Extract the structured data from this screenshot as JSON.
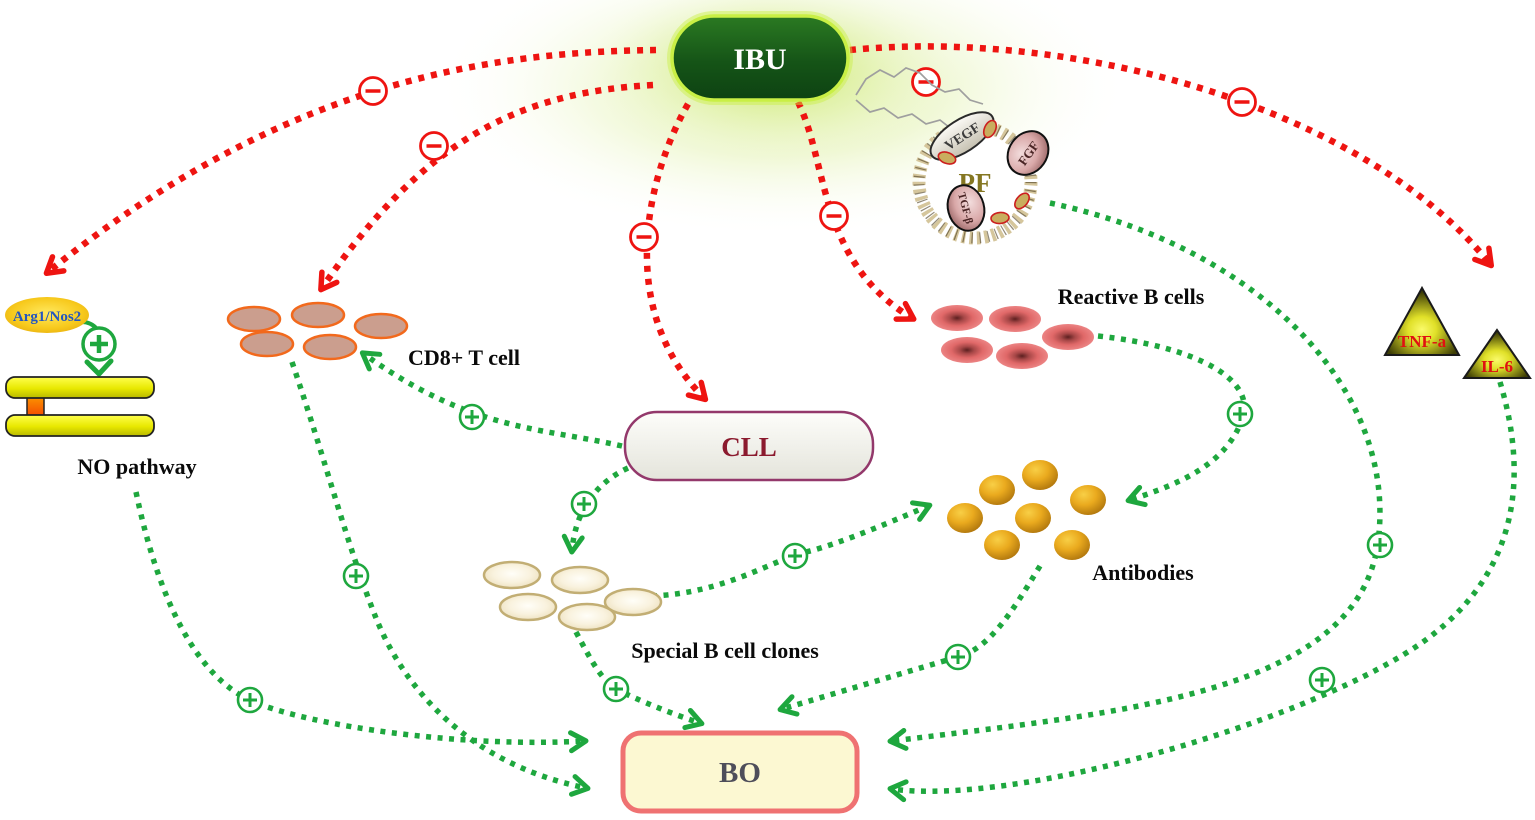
{
  "diagram": {
    "nodes": {
      "ibu": "IBU",
      "pf": "PF",
      "pf_ligands": {
        "vegf": "VEGF",
        "fgf": "FGF",
        "tgf_beta": "TGF-β"
      },
      "arg1_nos2": "Arg1/Nos2",
      "no_pathway": "NO pathway",
      "cd8_t_cell": "CD8+ T cell",
      "reactive_b_cells": "Reactive B cells",
      "cll": "CLL",
      "special_b_cell_clones": "Special B cell clones",
      "antibodies": "Antibodies",
      "tnf_alpha": "TNF-a",
      "il6": "IL-6",
      "bo": "BO"
    },
    "edges": [
      {
        "from": "IBU",
        "to": "Arg1/Nos2",
        "effect": "inhibits",
        "sign": "−"
      },
      {
        "from": "IBU",
        "to": "CD8+ T cell",
        "effect": "inhibits",
        "sign": "−"
      },
      {
        "from": "IBU",
        "to": "CLL",
        "effect": "inhibits",
        "sign": "−"
      },
      {
        "from": "IBU",
        "to": "Reactive B cells",
        "effect": "inhibits",
        "sign": "−"
      },
      {
        "from": "IBU",
        "to": "TNF-a / IL-6",
        "effect": "inhibits",
        "sign": "−"
      },
      {
        "from": "Arg1/Nos2",
        "to": "NO pathway",
        "effect": "activates",
        "sign": "+"
      },
      {
        "from": "CLL",
        "to": "CD8+ T cell",
        "effect": "activates",
        "sign": "+"
      },
      {
        "from": "CLL",
        "to": "Special B cell clones",
        "effect": "activates",
        "sign": "+"
      },
      {
        "from": "Special B cell clones",
        "to": "Antibodies",
        "effect": "activates",
        "sign": "+"
      },
      {
        "from": "Reactive B cells",
        "to": "Antibodies",
        "effect": "activates",
        "sign": "+"
      },
      {
        "from": "NO pathway",
        "to": "BO",
        "effect": "activates",
        "sign": "+"
      },
      {
        "from": "CD8+ T cell",
        "to": "BO",
        "effect": "activates",
        "sign": "+"
      },
      {
        "from": "Special B cell clones",
        "to": "BO",
        "effect": "activates",
        "sign": "+"
      },
      {
        "from": "Antibodies",
        "to": "BO",
        "effect": "activates",
        "sign": "+"
      },
      {
        "from": "PF",
        "to": "BO",
        "effect": "activates",
        "sign": "+"
      },
      {
        "from": "TNF-a / IL-6",
        "to": "BO",
        "effect": "activates",
        "sign": "+"
      }
    ],
    "colors": {
      "inhibit_red": "#ee1411",
      "activate_green": "#1ea73e",
      "ibu_fill": "#14521a",
      "ibu_glow_border": "#c9ef45",
      "cll_text": "#8b1a2e",
      "cll_border": "#93386b",
      "bo_fill": "#fcf8d2",
      "bo_border": "#ef7272",
      "bo_text": "#4e4e5a",
      "antibody_gold": "#e2a414",
      "reactive_b_pink": "#e87c7c",
      "cd8_fill": "#cb9e8e",
      "cd8_border": "#f2691c",
      "special_b_fill": "#f6efd8",
      "cytokine_triangle_yellow": "#d8d818",
      "cytokine_text": "#e01111",
      "arg_fill": "#f9d122",
      "arg_text": "#2356c0",
      "no_bar_yellow": "#e2e20a"
    }
  }
}
